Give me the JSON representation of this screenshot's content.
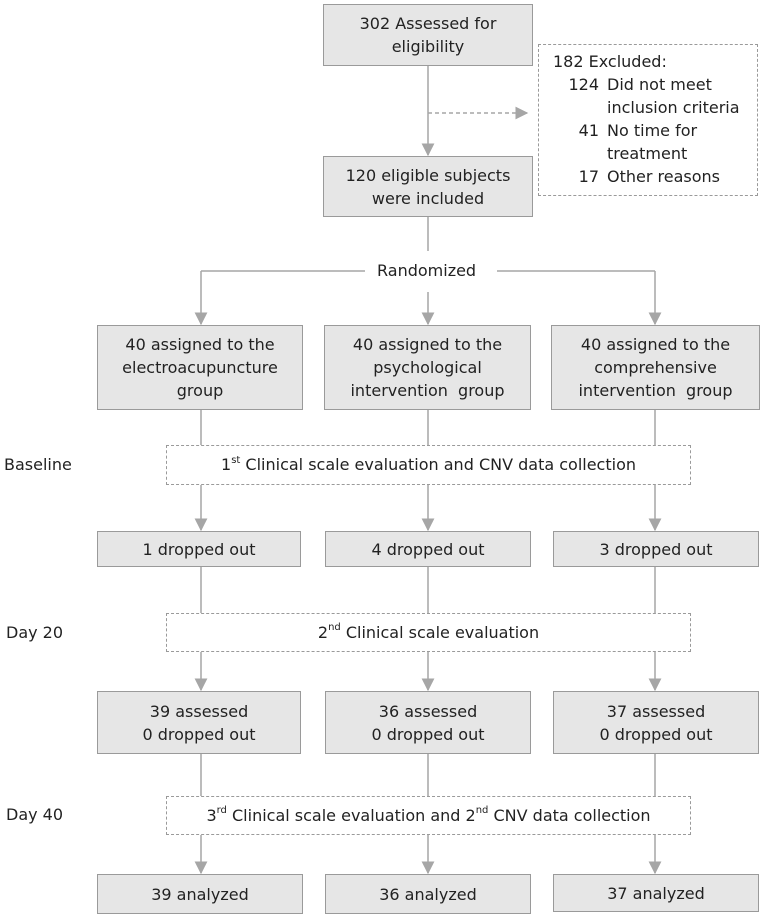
{
  "top": {
    "assessed": [
      "302 Assessed for",
      "eligibility"
    ],
    "included": [
      "120 eligible subjects",
      "were included"
    ]
  },
  "excluded": {
    "title": "182 Excluded:",
    "items": [
      {
        "n": "124",
        "lines": [
          "Did not meet",
          "inclusion criteria"
        ]
      },
      {
        "n": "41",
        "lines": [
          "No time for",
          "treatment"
        ]
      },
      {
        "n": "17",
        "lines": [
          "Other reasons"
        ]
      }
    ]
  },
  "randomized": "Randomized",
  "groups": [
    {
      "assigned": [
        "40 assigned to the",
        "electroacupuncture",
        "group"
      ],
      "dropped_1": "1 dropped out",
      "assessed": [
        "39 assessed",
        "0 dropped out"
      ],
      "analyzed": "39 analyzed"
    },
    {
      "assigned": [
        "40 assigned to the",
        "psychological",
        "intervention  group"
      ],
      "dropped_1": "4 dropped out",
      "assessed": [
        "36 assessed",
        "0 dropped out"
      ],
      "analyzed": "36 analyzed"
    },
    {
      "assigned": [
        "40 assigned to the",
        "comprehensive",
        "intervention  group"
      ],
      "dropped_1": "3 dropped out",
      "assessed": [
        "37 assessed",
        "0 dropped out"
      ],
      "analyzed": "37 analyzed"
    }
  ],
  "timepoints": {
    "baseline": "Baseline",
    "day20": "Day 20",
    "day40": "Day 40"
  },
  "evaluations": {
    "baseline": {
      "a": "1",
      "a_sup": "st",
      "b": " Clinical scale evaluation and CNV data collection"
    },
    "day20": {
      "a": "2",
      "a_sup": "nd",
      "b": " Clinical scale evaluation"
    },
    "day40": {
      "a": "3",
      "a_sup": "rd",
      "b": " Clinical scale evaluation and 2",
      "b_sup": "nd",
      "c": " CNV data collection"
    }
  },
  "colors": {
    "box_fill": "#e6e6e6",
    "border": "#9a9a9a",
    "line": "#a6a6a6",
    "text": "#222222"
  }
}
